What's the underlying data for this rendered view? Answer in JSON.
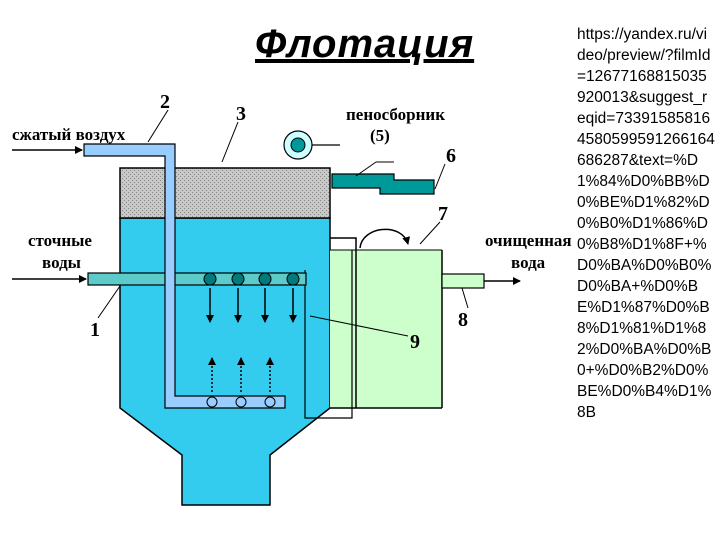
{
  "title": "Флотация",
  "source_url": "https://yandex.ru/video/preview/?filmId=12677168815035920013&suggest_reqid=733915858164580599591266164686287&text=%D1%84%D0%BB%D0%BE%D1%82%D0%B0%D1%86%D0%B8%D1%8F+%D0%BA%D0%B0%D0%BA+%D0%BE%D1%87%D0%B8%D1%81%D1%82%D0%BA%D0%B0+%D0%B2%D0%BE%D0%B4%D1%8B",
  "labels": {
    "compressed_air": "сжатый воздух",
    "wastewater_line1": "сточные",
    "wastewater_line2": "воды",
    "foam_collector": "пеносборник",
    "foam_collector_num": "(5)",
    "clean_water_line1": "очищенная",
    "clean_water_line2": "вода"
  },
  "numbers": {
    "n1": "1",
    "n2": "2",
    "n3": "3",
    "n6": "6",
    "n7": "7",
    "n8": "8",
    "n9": "9"
  },
  "colors": {
    "water": "#33ccee",
    "pipe": "#99ccff",
    "inlet_pipe": "#5ccbc9",
    "foam": "#c0c0c0",
    "clean_water": "#ccffcc",
    "collector": "#009999"
  }
}
